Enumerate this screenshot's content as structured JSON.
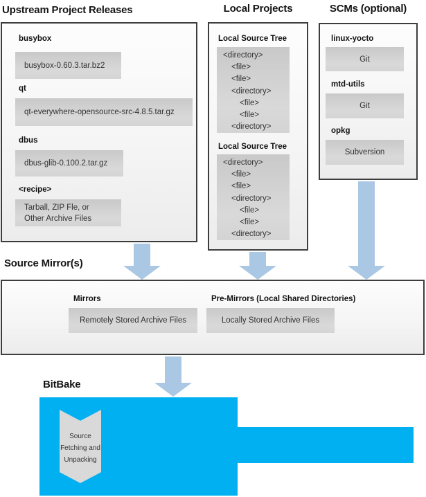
{
  "colors": {
    "bitbake_blue": "#00b0f0",
    "arrow_blue": "#aac7e4",
    "item_box_gray": "#d1d1d1",
    "outer_box_border": "#3d3d3d"
  },
  "upstream": {
    "title": "Upstream Project Releases",
    "items": [
      {
        "label": "busybox",
        "value": "busybox-0.60.3.tar.bz2"
      },
      {
        "label": "qt",
        "value": "qt-everywhere-opensource-src-4.8.5.tar.gz"
      },
      {
        "label": "dbus",
        "value": "dbus-glib-0.100.2.tar.gz"
      },
      {
        "label": "<recipe>",
        "value": "Tarball, ZIP Fle, or\nOther Archive Files"
      }
    ]
  },
  "local_projects": {
    "title": "Local Projects",
    "trees": [
      {
        "label": "Local Source Tree",
        "lines": [
          {
            "text": "<directory>",
            "indent": 0
          },
          {
            "text": "<file>",
            "indent": 1
          },
          {
            "text": "<file>",
            "indent": 1
          },
          {
            "text": "<directory>",
            "indent": 1
          },
          {
            "text": "<file>",
            "indent": 2
          },
          {
            "text": "<file>",
            "indent": 2
          },
          {
            "text": "<directory>",
            "indent": 1
          }
        ]
      },
      {
        "label": "Local Source Tree",
        "lines": [
          {
            "text": "<directory>",
            "indent": 0
          },
          {
            "text": "<file>",
            "indent": 1
          },
          {
            "text": "<file>",
            "indent": 1
          },
          {
            "text": "<directory>",
            "indent": 1
          },
          {
            "text": "<file>",
            "indent": 2
          },
          {
            "text": "<file>",
            "indent": 2
          },
          {
            "text": "<directory>",
            "indent": 1
          }
        ]
      }
    ]
  },
  "scms": {
    "title": "SCMs (optional)",
    "items": [
      {
        "label": "linux-yocto",
        "value": "Git"
      },
      {
        "label": "mtd-utils",
        "value": "Git"
      },
      {
        "label": "opkg",
        "value": "Subversion"
      }
    ]
  },
  "source_mirrors": {
    "title": "Source Mirror(s)",
    "mirrors_label": "Mirrors",
    "mirrors_value": "Remotely Stored Archive Files",
    "premirrors_label": "Pre-Mirrors (Local Shared Directories)",
    "premirrors_value": "Locally Stored Archive Files"
  },
  "bitbake": {
    "title": "BitBake",
    "process_label": "Source\nFetching and\nUnpacking"
  }
}
